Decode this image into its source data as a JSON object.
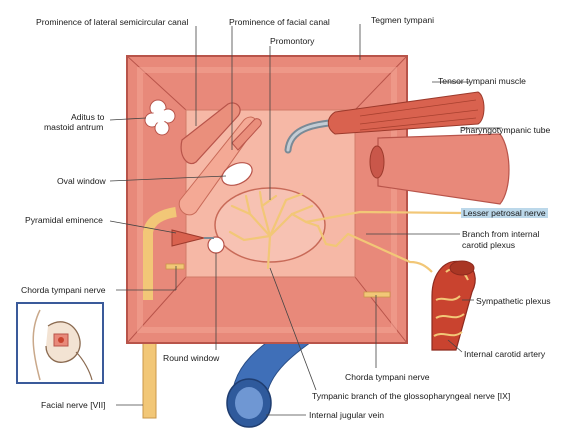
{
  "labels": {
    "lateral_canal": "Prominence of lateral semicircular canal",
    "facial_canal": "Prominence of facial canal",
    "tegmen": "Tegmen tympani",
    "promontory": "Promontory",
    "tensor": "Tensor tympani muscle",
    "aditus_line1": "Aditus to",
    "aditus_line2": "mastoid antrum",
    "pharyngotympanic": "Pharyngotympanic tube",
    "oval_window": "Oval window",
    "lesser_petrosal": "Lesser petrosal nerve",
    "pyramidal": "Pyramidal eminence",
    "branch_line1": "Branch from internal",
    "branch_line2": "carotid plexus",
    "chorda_left": "Chorda tympani nerve",
    "sympathetic": "Sympathetic plexus",
    "round_window": "Round window",
    "ica": "Internal carotid artery",
    "chorda_right": "Chorda tympani nerve",
    "facial_nerve": "Facial nerve [VII]",
    "tympanic_branch": "Tympanic branch of the glossopharyngeal nerve [IX]",
    "ijv": "Internal jugular vein"
  },
  "colors": {
    "cavity_outer": "#e8897a",
    "cavity_inner": "#f6b8a6",
    "nerve": "#f2d27a",
    "artery": "#c9432f",
    "vein": "#3f6fb8",
    "highlight": "#bcd8ea",
    "inset_border": "#3a5a9a"
  }
}
